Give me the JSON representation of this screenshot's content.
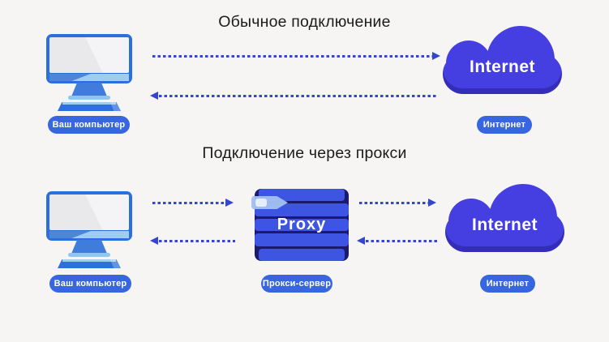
{
  "palette": {
    "background": "#f6f5f3",
    "monitor_blue": "#2b6fde",
    "monitor_light_blue": "#9fcdef",
    "cloud_indigo": "#453ee0",
    "cloud_shadow": "#362fc5",
    "pill_blue": "#3766de",
    "arrow_blue": "#3446cd",
    "server_slab_blue": "#3d55e2",
    "server_gap_navy": "#1b1a6b",
    "tag_light_blue": "#a2c0f3",
    "title_color": "#1b1b1b"
  },
  "normal": {
    "title": "Обычное подключение",
    "computer_label": "Ваш компьютер",
    "internet_cloud_text": "Internet",
    "internet_label": "Интернет"
  },
  "proxy": {
    "title": "Подключение через прокси",
    "computer_label": "Ваш компьютер",
    "server_text": "Proxy",
    "server_label": "Прокси-сервер",
    "internet_cloud_text": "Internet",
    "internet_label": "Интернет"
  }
}
